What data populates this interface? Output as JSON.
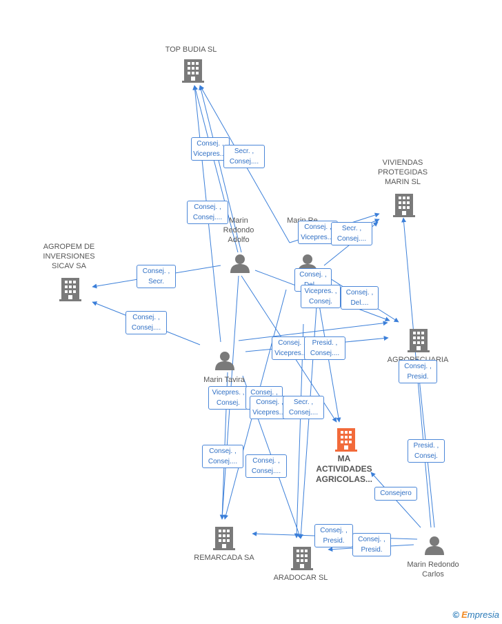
{
  "colors": {
    "edge": "#3b7fd9",
    "company": "#7a7a7a",
    "main_company": "#f26a3a",
    "person": "#7a7a7a",
    "label_border": "#4a86d8",
    "label_text": "#2f6fc4"
  },
  "nodes": {
    "top_budia": {
      "type": "company",
      "label": "TOP BUDIA SL"
    },
    "viviendas": {
      "type": "company",
      "label": "VIVIENDAS PROTEGIDAS MARIN SL"
    },
    "agropem": {
      "type": "company",
      "label": "AGROPEM DE INVERSIONES SICAV SA"
    },
    "agropecuaria": {
      "type": "company",
      "label": "AGROPECUARIA MO...SA"
    },
    "ma_actividades": {
      "type": "main_company",
      "label": "MA ACTIVIDADES AGRICOLAS..."
    },
    "remarcada": {
      "type": "company",
      "label": "REMARCADA SA"
    },
    "aradocar": {
      "type": "company",
      "label": "ARADOCAR SL"
    },
    "marin_adolfo": {
      "type": "person",
      "label": "Marin Redondo Adolfo"
    },
    "marin_a2": {
      "type": "person",
      "label": "Marin Re... A..."
    },
    "marin_tavira": {
      "type": "person",
      "label": "Marin Tavira"
    },
    "marin_carlos": {
      "type": "person",
      "label": "Marin Redondo Carlos"
    }
  },
  "edge_labels": [
    {
      "id": "e1",
      "text": "Consej. , Vicepres...."
    },
    {
      "id": "e2",
      "text": "Secr. , Consej...."
    },
    {
      "id": "e3",
      "text": "Consej. , Consej...."
    },
    {
      "id": "e4",
      "text": "Consej. , Vicepres...."
    },
    {
      "id": "e5",
      "text": "Secr. , Consej...."
    },
    {
      "id": "e6",
      "text": "Consej. , Secr."
    },
    {
      "id": "e7",
      "text": "Consej. , Consej...."
    },
    {
      "id": "e8",
      "text": "Consej. , Del...."
    },
    {
      "id": "e9",
      "text": "Vicepres. , Consej."
    },
    {
      "id": "e10",
      "text": "Consej. , Del...."
    },
    {
      "id": "e11",
      "text": "Consej. , Vicepres...."
    },
    {
      "id": "e12",
      "text": "Presid. , Consej...."
    },
    {
      "id": "e13",
      "text": "Consej. , Presid."
    },
    {
      "id": "e14",
      "text": "Vicepres. , Consej."
    },
    {
      "id": "e15",
      "text": "Consej. , Consej...."
    },
    {
      "id": "e16",
      "text": "Consej. , Vicepres...."
    },
    {
      "id": "e17",
      "text": "Secr. , Consej...."
    },
    {
      "id": "e18",
      "text": "Consej. , Consej...."
    },
    {
      "id": "e19",
      "text": "Consej. , Consej...."
    },
    {
      "id": "e20",
      "text": "Presid. , Consej."
    },
    {
      "id": "e21",
      "text": "Consejero"
    },
    {
      "id": "e22",
      "text": "Consej. , Presid."
    },
    {
      "id": "e23",
      "text": "Consej. , Presid."
    }
  ],
  "footer": {
    "copyright": "©",
    "brand_e": "E",
    "brand_rest": "mpresia"
  }
}
